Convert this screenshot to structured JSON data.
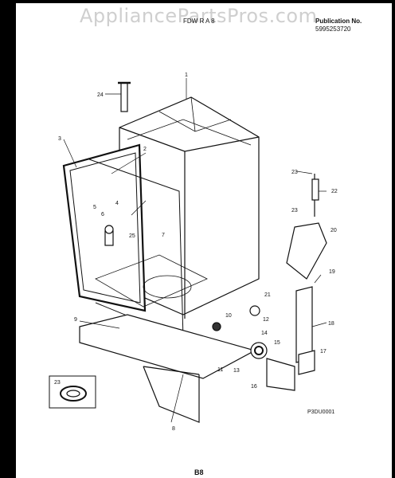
{
  "header": {
    "watermark": "AppliancePartsPros.com",
    "model": "FDW R A 8",
    "publication_label": "Publication No.",
    "publication_number": "5995253720"
  },
  "diagram_code": "P3DU0001",
  "page_number": "B8",
  "callouts": [
    "1",
    "2",
    "3",
    "4",
    "5",
    "6",
    "7",
    "8",
    "9",
    "10",
    "11",
    "12",
    "13",
    "14",
    "15",
    "16",
    "17",
    "18",
    "19",
    "20",
    "21",
    "22",
    "23",
    "24",
    "25"
  ]
}
